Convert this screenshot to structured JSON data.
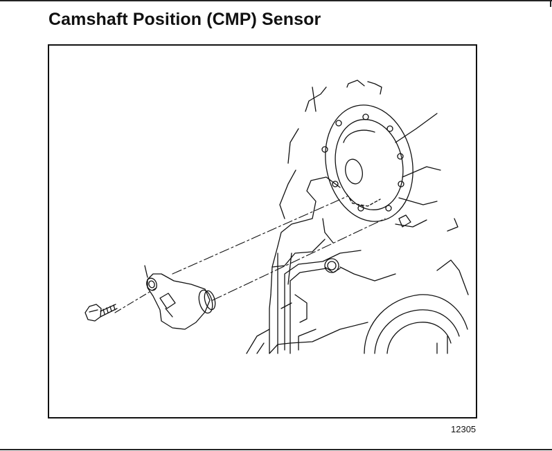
{
  "document": {
    "title": "Camshaft Position (CMP) Sensor",
    "figure_number": "12305"
  },
  "illustration": {
    "parts": [
      "bolt",
      "cmp-sensor",
      "engine-front-cover",
      "camshaft-sprocket"
    ],
    "line_color": "#111111",
    "background": "#ffffff"
  }
}
